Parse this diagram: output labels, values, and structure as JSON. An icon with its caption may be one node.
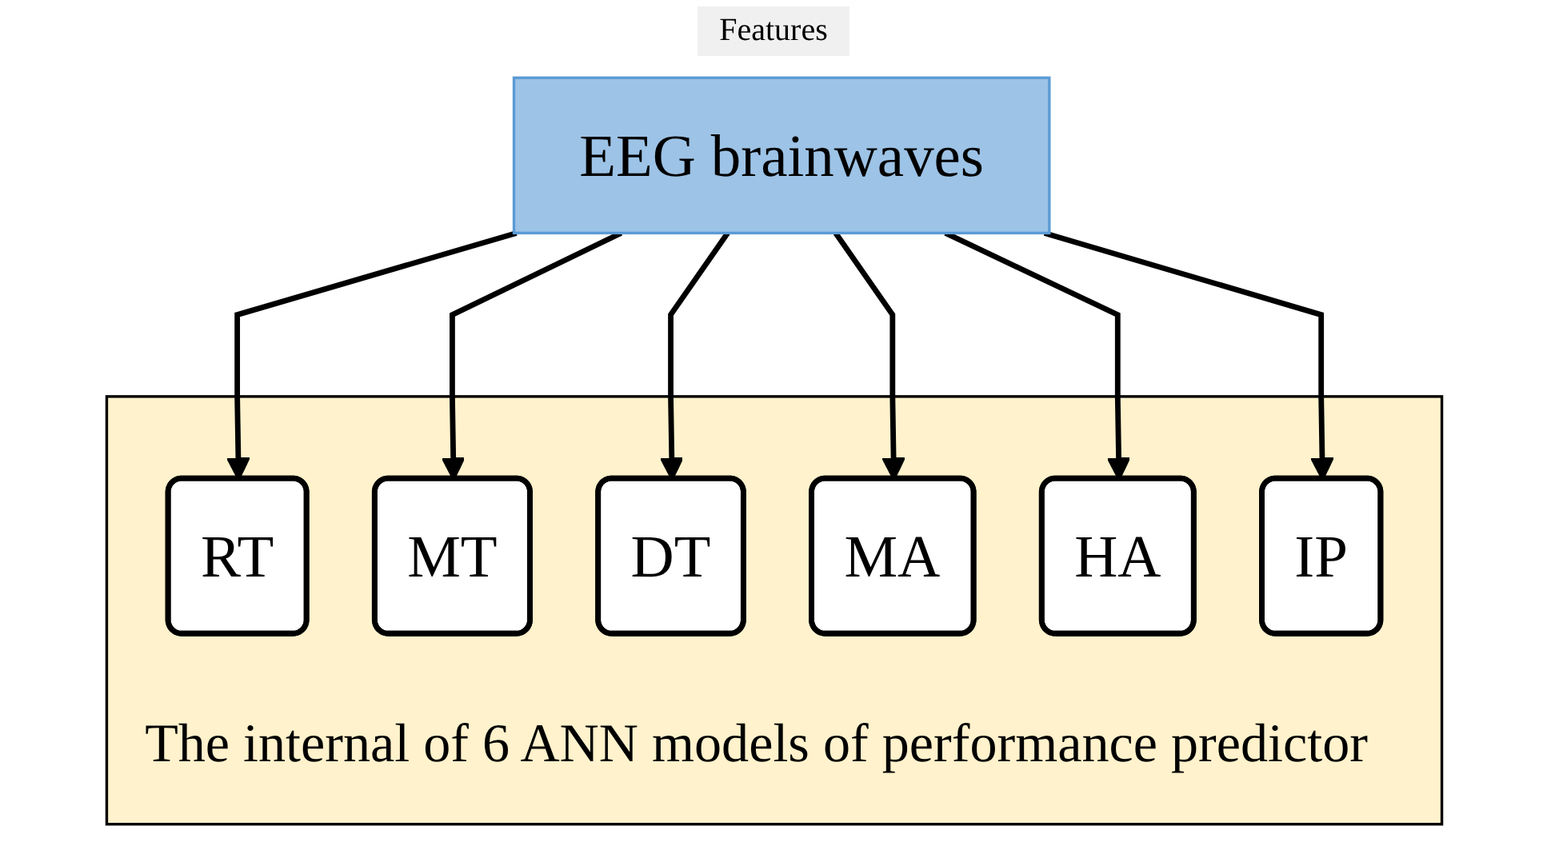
{
  "diagram": {
    "nodes": [
      {
        "text": [
          "EEG brainwaves"
        ]
      },
      {
        "text": [
          "The internal of 6 ANN models of performance predictor"
        ]
      },
      {
        "text": [
          "RT"
        ],
        "in": 1
      },
      {
        "text": [
          "MT"
        ],
        "in": 1
      },
      {
        "text": [
          "DT"
        ],
        "in": 1
      },
      {
        "text": [
          "MA"
        ],
        "in": 1
      },
      {
        "text": [
          "HA"
        ],
        "in": 1
      },
      {
        "text": [
          "IP"
        ],
        "in": 1
      }
    ],
    "edges": [
      {
        "from": 0,
        "to": 2,
        "arrow": "to"
      },
      {
        "from": 0,
        "to": 3,
        "arrow": "to"
      },
      {
        "from": 0,
        "to": 4,
        "arrow": "to"
      },
      {
        "from": 0,
        "to": 5,
        "arrow": "to"
      },
      {
        "from": 0,
        "to": 6,
        "arrow": "to"
      },
      {
        "from": 0,
        "to": 7,
        "arrow": "to"
      }
    ],
    "labels": [
      "Features"
    ]
  }
}
